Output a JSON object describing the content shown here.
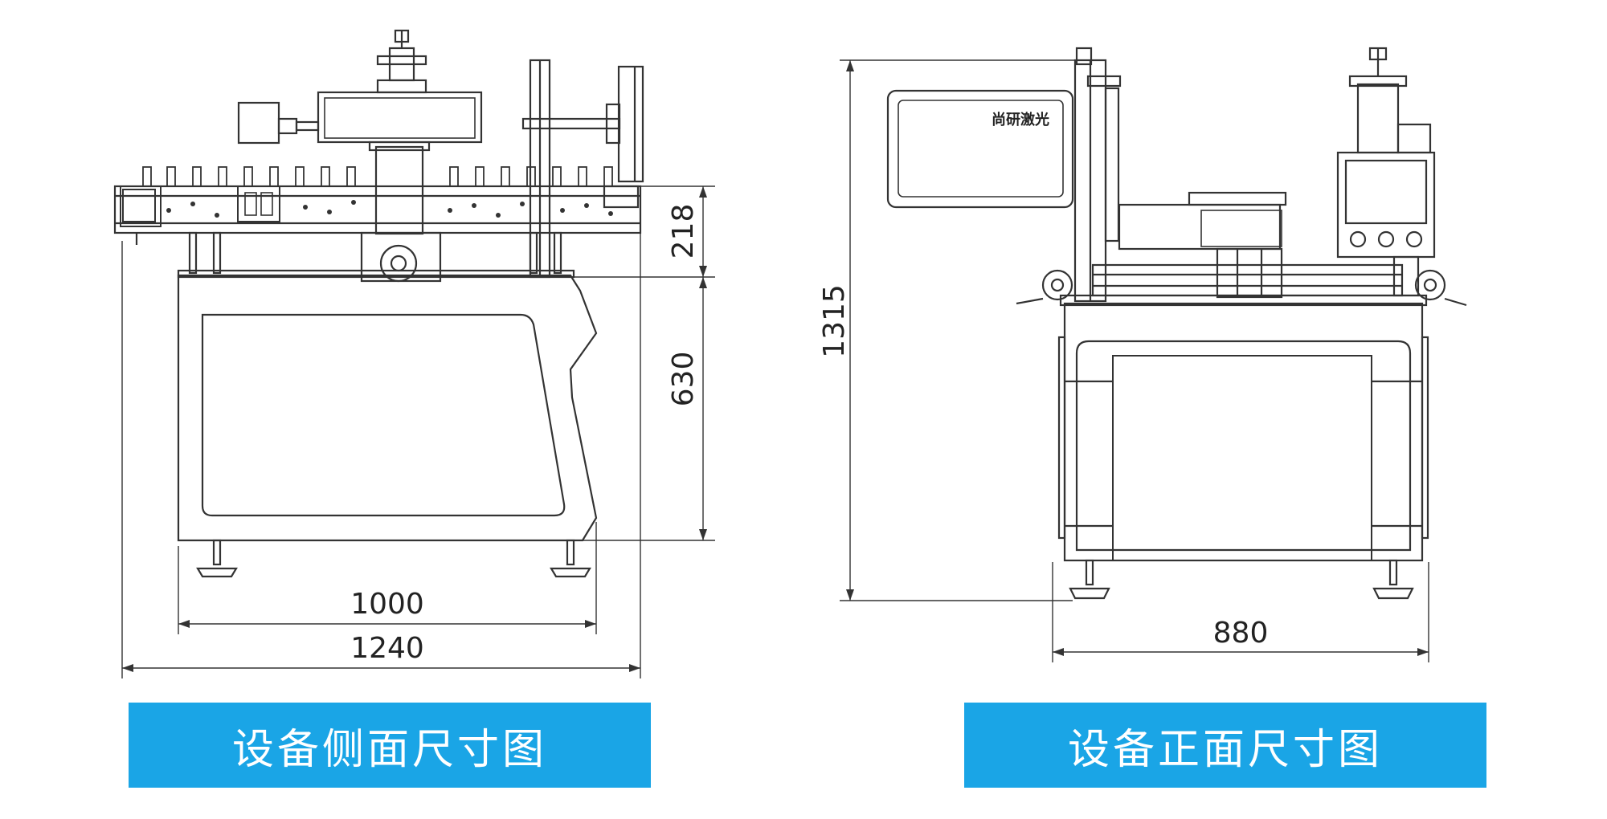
{
  "side_view": {
    "caption": "设备侧面尺寸图",
    "dims": {
      "top_height": "218",
      "body_height": "630",
      "inner_width": "1000",
      "overall_width": "1240"
    }
  },
  "front_view": {
    "caption": "设备正面尺寸图",
    "brand_text": "尚研激光",
    "dims": {
      "overall_height": "1315",
      "width": "880"
    }
  },
  "colors": {
    "line": "#333333",
    "caption_bg": "#1aa5e6",
    "caption_text": "#ffffff"
  }
}
